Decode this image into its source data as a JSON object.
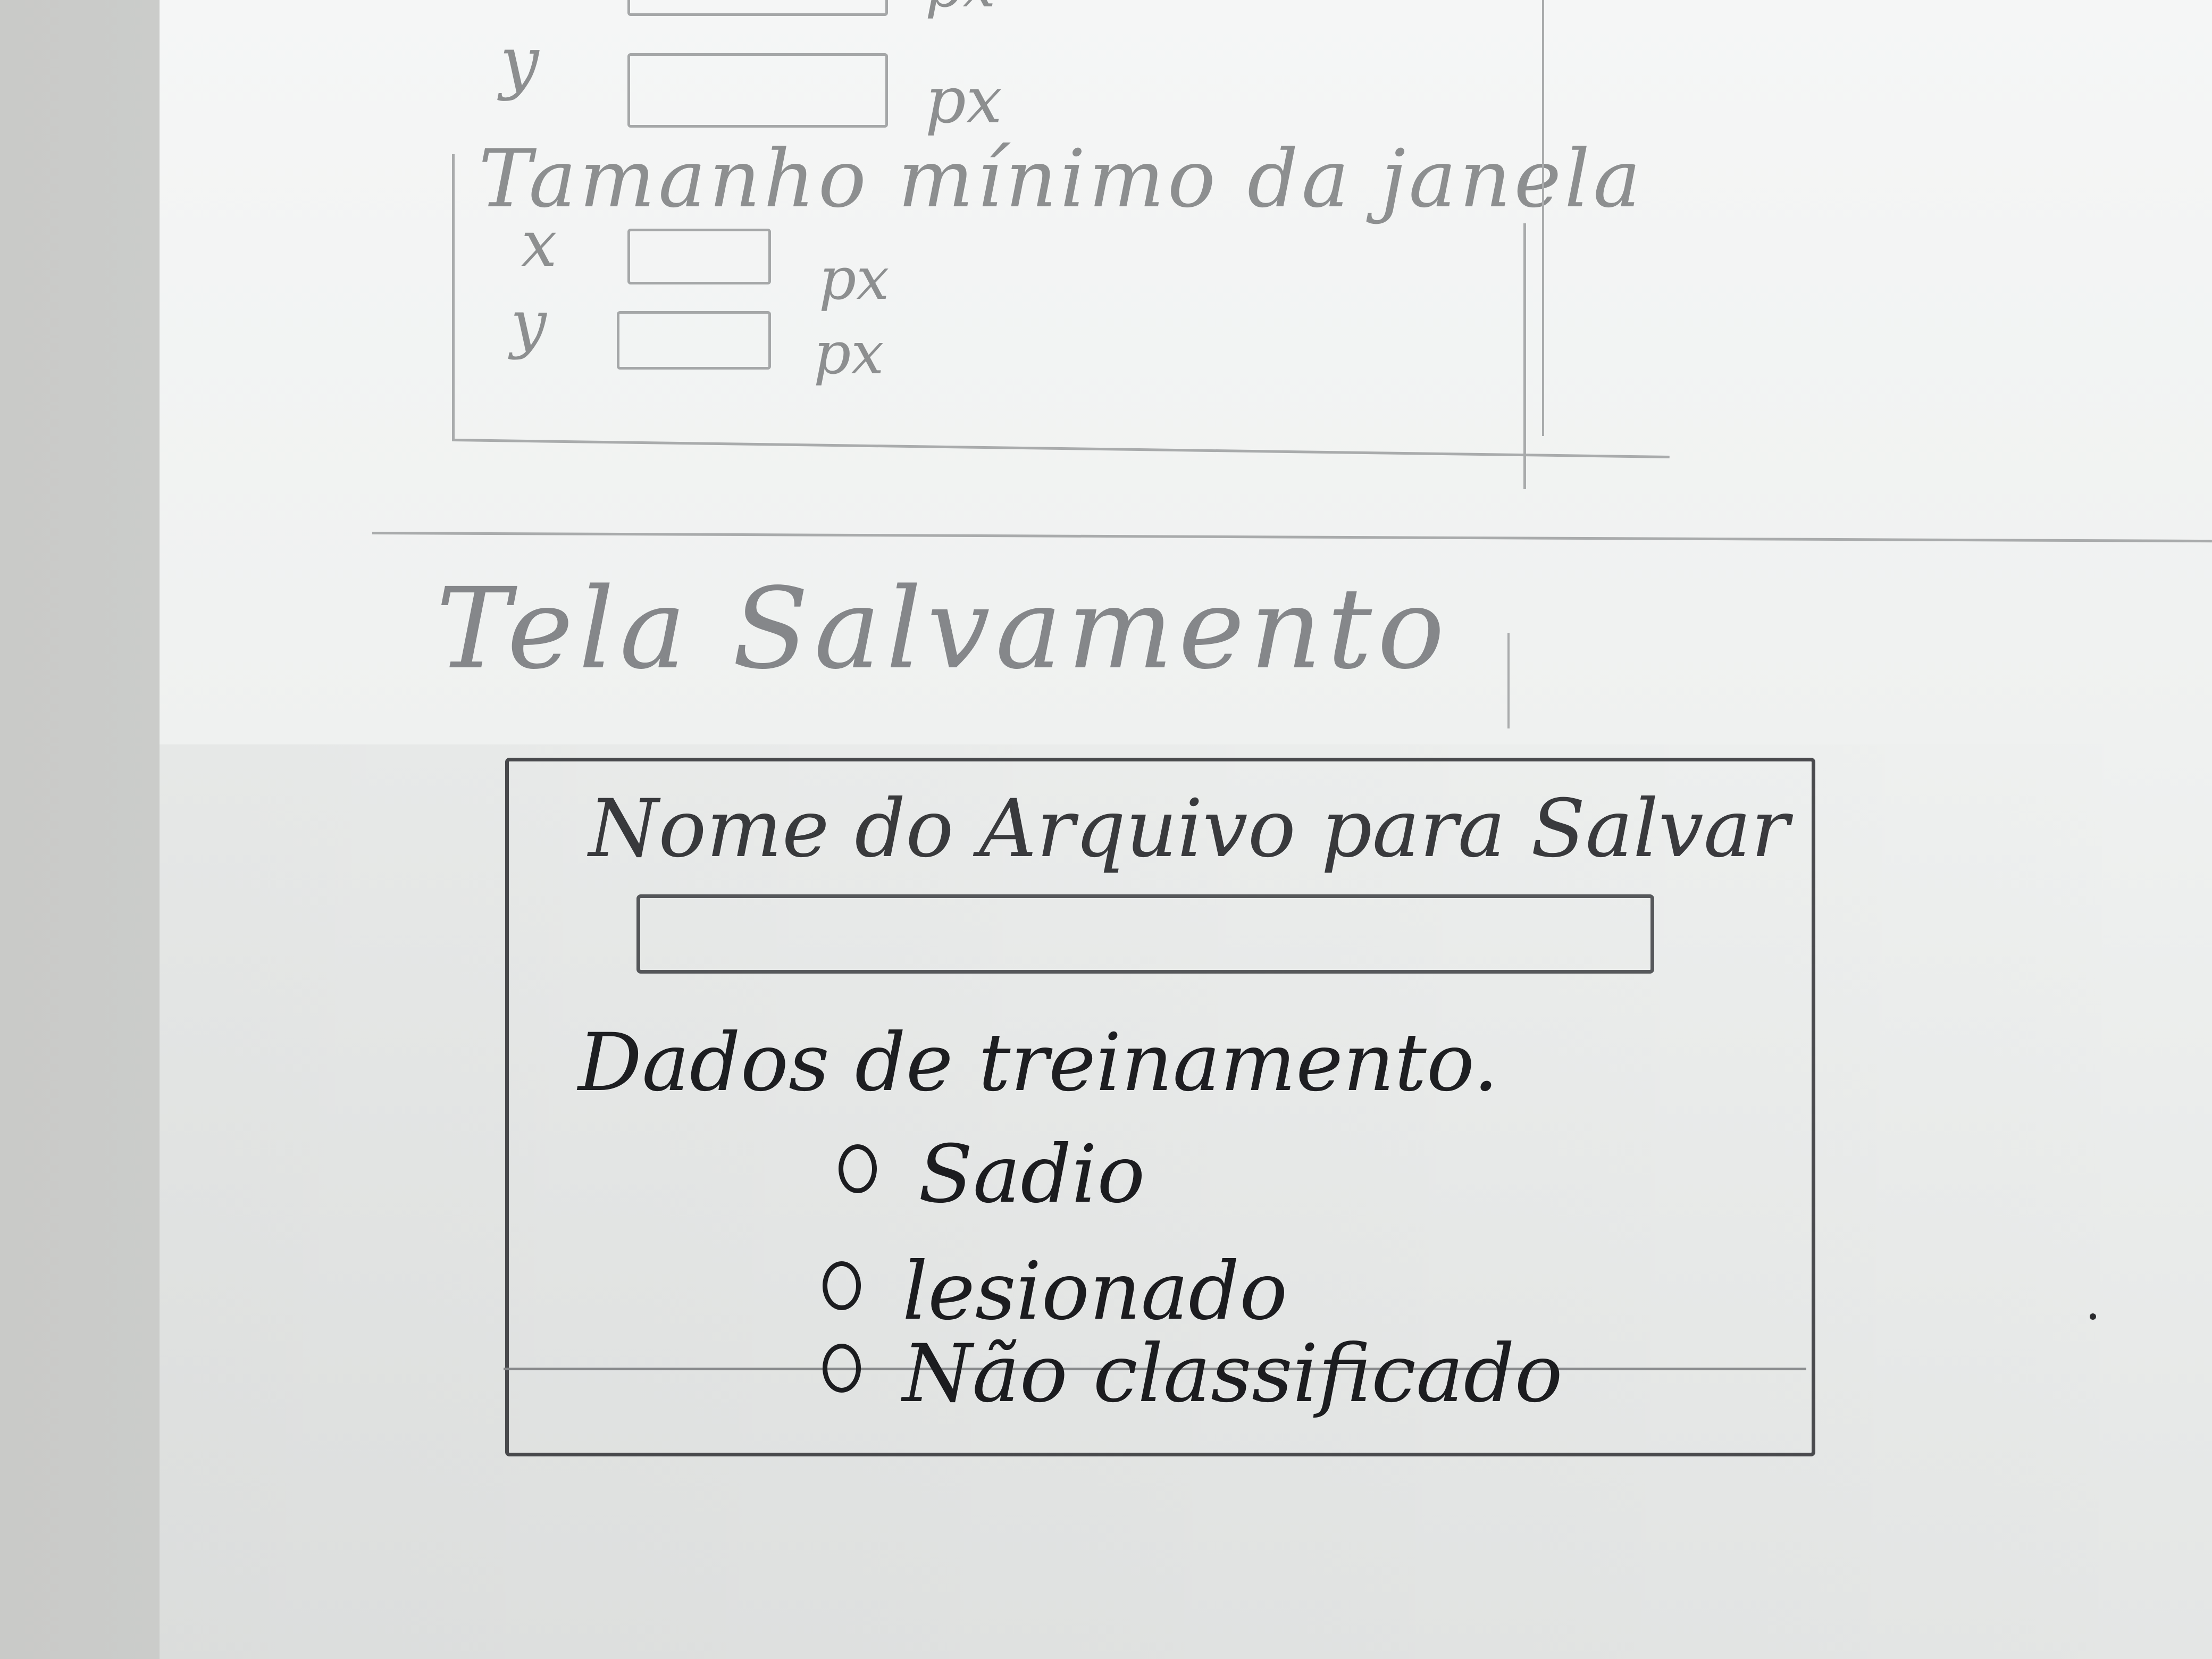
{
  "top_sketch": {
    "y_label": "y",
    "px_label_top": "px",
    "section_title": "Tamanho mínimo da janela",
    "x_label": "x",
    "y_label_2": "y",
    "px_label_1": "px",
    "px_label_2": "px"
  },
  "screen_title": "Tela Salvamento",
  "save_dialog": {
    "filename_label": "Nome do Arquivo para Salvar",
    "filename_value": "",
    "training_label": "Dados de treinamento.",
    "options": [
      {
        "label": "Sadio"
      },
      {
        "label": "lesionado"
      },
      {
        "label": "Não classificado"
      }
    ]
  },
  "colors": {
    "pencil": "#8d8f90",
    "dark_pencil": "#1e1f22",
    "paper": "#f3f4f4"
  }
}
